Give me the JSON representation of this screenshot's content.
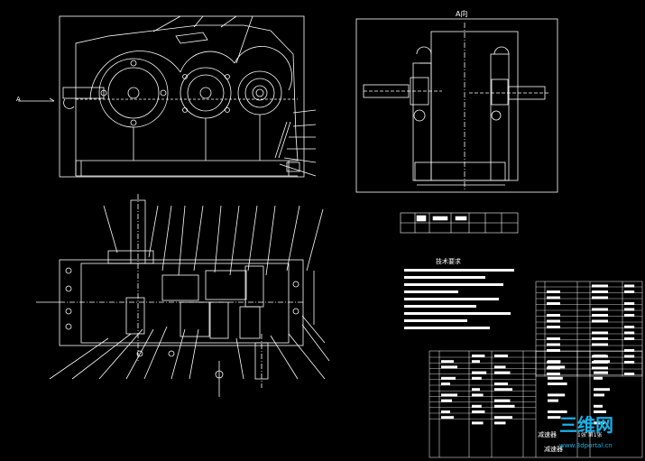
{
  "drawing": {
    "view_a_label": "A向",
    "section_arrow_label": "A",
    "tech_requirements_title": "技术要求",
    "title_block_name_1": "减速器",
    "title_block_name_2": "减速器",
    "title_block_sheet": "1张 第1张"
  },
  "watermark": {
    "logo_text": "三维网",
    "url_text": "www.3dportal.cn"
  },
  "colors": {
    "background": "#000000",
    "lines": "#ffffff",
    "watermark": "#1ab0e6"
  }
}
